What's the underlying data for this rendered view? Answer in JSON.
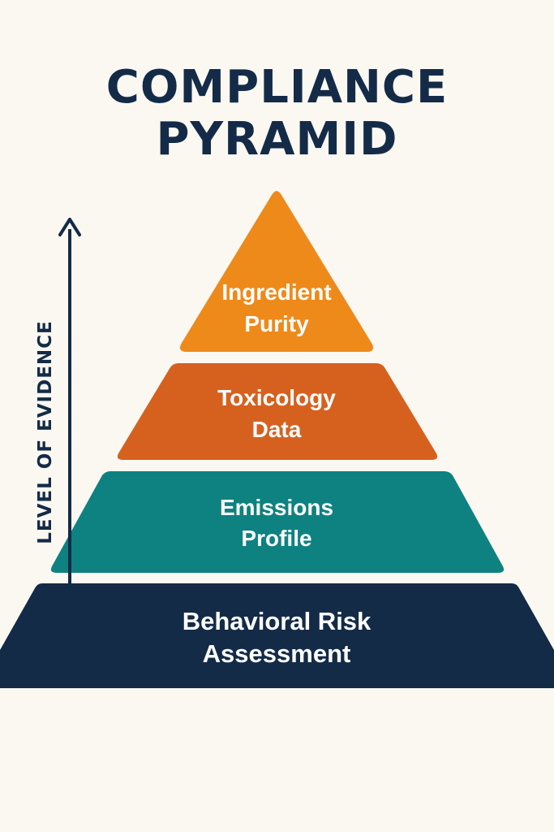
{
  "title": {
    "line1": "COMPLIANCE",
    "line2": "PYRAMID"
  },
  "axis": {
    "label": "LEVEL OF EVIDENCE"
  },
  "tiers": [
    {
      "line1": "Ingredient",
      "line2": "Purity",
      "color": "#ee8a1a"
    },
    {
      "line1": "Toxicology",
      "line2": "Data",
      "color": "#d6611f"
    },
    {
      "line1": "Emissions",
      "line2": "Profile",
      "color": "#0e8280"
    },
    {
      "line1": "Behavioral Risk",
      "line2": "Assessment",
      "color": "#132b47"
    }
  ],
  "colors": {
    "background": "#fbf8f2",
    "title": "#142b48",
    "axis": "#132b47",
    "tier_text": "#ffffff"
  }
}
